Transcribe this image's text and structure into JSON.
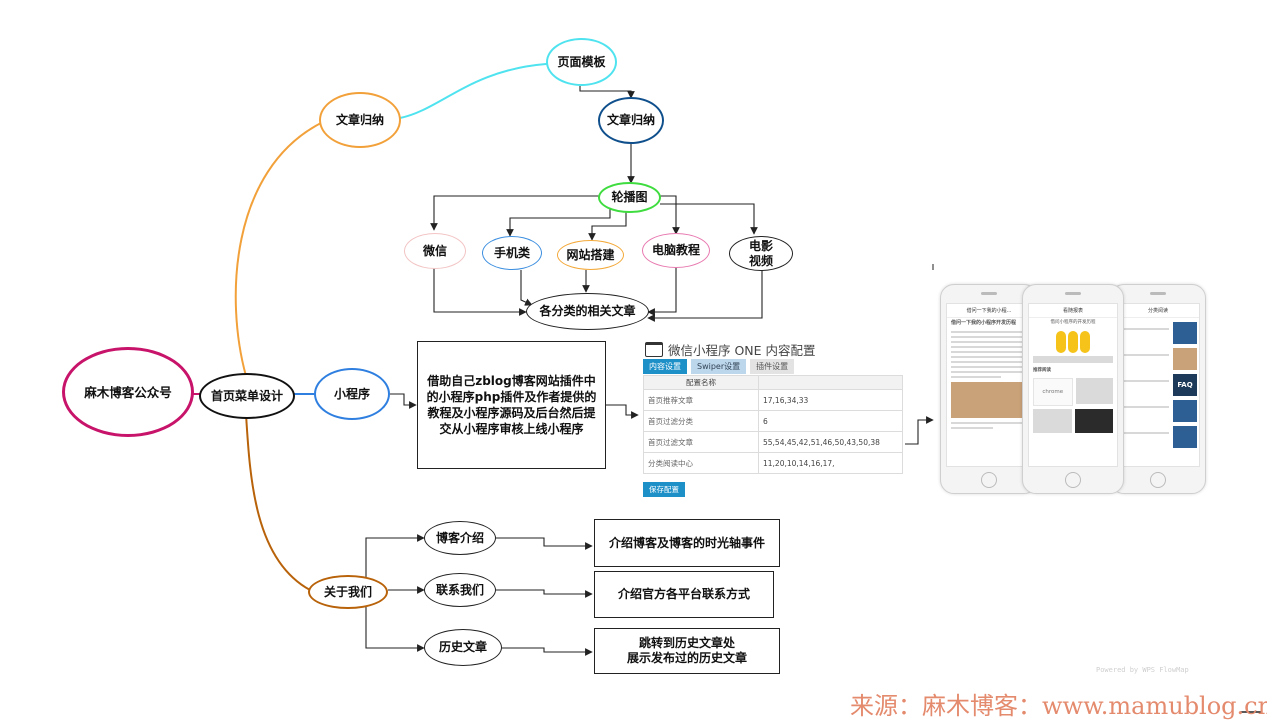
{
  "nodes": {
    "root": "麻木博客公众号",
    "menu_design": "首页菜单设计",
    "article_archive": "文章归纳",
    "page_template": "页面模板",
    "article_archive_2": "文章归纳",
    "carousel": "轮播图",
    "wechat": "微信",
    "mobile": "手机类",
    "website_build": "网站搭建",
    "computer_tutorial": "电脑教程",
    "movie_video": "电影视频",
    "category_articles": "各分类的相关文章",
    "mini_program": "小程序",
    "mini_program_desc": "借助自己zblog博客网站插件中的小程序php插件及作者提供的教程及小程序源码及后台然后提交从小程序审核上线小程序",
    "about_us": "关于我们",
    "blog_intro": "博客介绍",
    "blog_intro_desc": "介绍博客及博客的时光轴事件",
    "contact_us": "联系我们",
    "contact_us_desc": "介绍官方各平台联系方式",
    "history_articles": "历史文章",
    "history_desc_line1": "跳转到历史文章处",
    "history_desc_line2": "展示发布过的历史文章"
  },
  "config_panel": {
    "title": "微信小程序 ONE 内容配置",
    "tabs": [
      "内容设置",
      "Swiper设置",
      "插件设置"
    ],
    "header": "配置名称",
    "rows": [
      {
        "key": "首页推荐文章",
        "value": "17,16,34,33"
      },
      {
        "key": "首页过滤分类",
        "value": "6"
      },
      {
        "key": "首页过滤文章",
        "value": "55,54,45,42,51,46,50,43,50,38"
      },
      {
        "key": "分类阅读中心",
        "value": "11,20,10,14,16,17,"
      }
    ],
    "save_label": "保存配置"
  },
  "phones": {
    "phone1_title": "借问一下我的小程...",
    "phone1_heading": "借问一下我的小程序开发历程",
    "phone2_title": "看随报表",
    "phone2_heading": "借问小程序的开发历程",
    "phone2_section": "推荐阅读",
    "chrome_label": "chrome",
    "phone3_title": "分类阅读",
    "phone3_faq": "FAQ"
  },
  "colors": {
    "root_border": "#c8136a",
    "menu_border": "#111111",
    "archive_border": "#f2a13a",
    "template_border": "#4fe3ef",
    "archive2_border": "#0f4f8c",
    "carousel_border": "#3fdc3f",
    "wechat_border": "#f3c4c4",
    "mobile_border": "#3d8fe0",
    "website_border": "#f3a93a",
    "computer_border": "#e87ab0",
    "movie_border": "#222222",
    "mini_border": "#2f7fe0",
    "about_border": "#b8620a"
  },
  "watermark": "Powered by WPS FlowMap",
  "source": "来源：麻木博客：www.mamublog.cn"
}
